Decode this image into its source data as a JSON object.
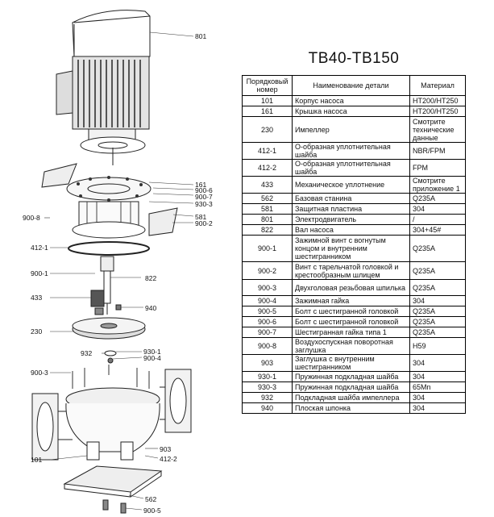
{
  "title": "TB40-TB150",
  "table": {
    "headers": {
      "number": "Порядковый номер",
      "name": "Наименование детали",
      "material": "Материал"
    },
    "rows": [
      {
        "number": "101",
        "name": "Корпус насоса",
        "material": "HT200/HT250"
      },
      {
        "number": "161",
        "name": "Крышка насоса",
        "material": "HT200/HT250"
      },
      {
        "number": "230",
        "name": "Импеллер",
        "material": "Смотрите технические данные"
      },
      {
        "number": "412-1",
        "name": "О-образная уплотнительная шайба",
        "material": "NBR/FPM"
      },
      {
        "number": "412-2",
        "name": "О-образная уплотнительная шайба",
        "material": "FPM"
      },
      {
        "number": "433",
        "name": "Механическое уплотнение",
        "material": "Смотрите приложение 1"
      },
      {
        "number": "562",
        "name": "Базовая станина",
        "material": "Q235A"
      },
      {
        "number": "581",
        "name": "Защитная пластина",
        "material": "304"
      },
      {
        "number": "801",
        "name": "Электродвигатель",
        "material": "/"
      },
      {
        "number": "822",
        "name": "Вал насоса",
        "material": "304+45#"
      },
      {
        "number": "900-1",
        "name": "Зажимной винт с вогнутым концом и внутренним шестигранником",
        "material": "Q235A"
      },
      {
        "number": "900-2",
        "name": "Винт с тарельчатой головкой и крестообразным шлицем",
        "material": "Q235A"
      },
      {
        "number": "900-3",
        "name": "Двухголовая резьбовая шпилька",
        "material": "Q235A"
      },
      {
        "number": "900-4",
        "name": "Зажимная гайка",
        "material": "304"
      },
      {
        "number": "900-5",
        "name": "Болт с шестигранной головкой",
        "material": "Q235A"
      },
      {
        "number": "900-6",
        "name": "Болт с шестигранной головкой",
        "material": "Q235A"
      },
      {
        "number": "900-7",
        "name": "Шестигранная гайка типа 1",
        "material": "Q235A"
      },
      {
        "number": "900-8",
        "name": "Воздухоспускная поворотная заглушка",
        "material": "H59"
      },
      {
        "number": "903",
        "name": "Заглушка с внутренним шестигранником",
        "material": "304"
      },
      {
        "number": "930-1",
        "name": "Пружинная подкладная шайба",
        "material": "304"
      },
      {
        "number": "930-3",
        "name": "Пружинная подкладная шайба",
        "material": "65Mn"
      },
      {
        "number": "932",
        "name": "Подкладная шайба импеллера",
        "material": "304"
      },
      {
        "number": "940",
        "name": "Плоская шпонка",
        "material": "304"
      }
    ]
  },
  "diagram": {
    "callouts": {
      "c801": "801",
      "c161": "161",
      "c900_6": "900-6",
      "c900_7": "900-7",
      "c930_3": "930-3",
      "c581": "581",
      "c900_2": "900-2",
      "c900_8": "900-8",
      "c412_1": "412-1",
      "c900_1": "900-1",
      "c822": "822",
      "c433": "433",
      "c940": "940",
      "c230": "230",
      "c932": "932",
      "c930_1": "930-1",
      "c900_4": "900-4",
      "c900_3": "900-3",
      "c101": "101",
      "c903": "903",
      "c412_2": "412-2",
      "c562": "562",
      "c900_5": "900-5"
    }
  }
}
